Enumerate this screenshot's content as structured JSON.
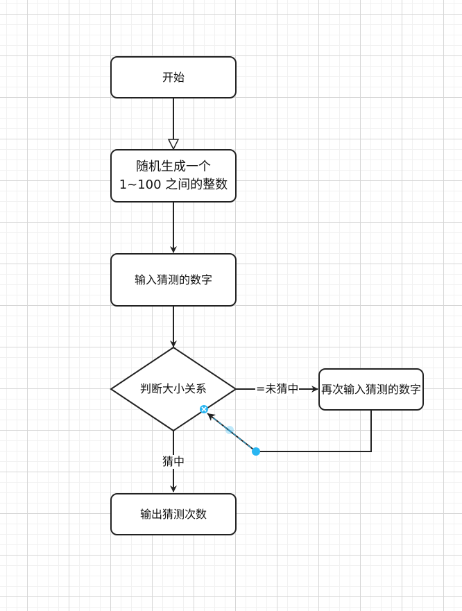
{
  "diagram": {
    "nodes": {
      "start": "开始",
      "generate_line1": "随机生成一个",
      "generate_line2": "1~100 之间的整数",
      "input": "输入猜测的数字",
      "decision": "判断大小关系",
      "reinput": "再次输入猜测的数字",
      "output": "输出猜测次数"
    },
    "edge_labels": {
      "not_guessed": "=未猜中",
      "guessed": "猜中"
    },
    "colors": {
      "stroke": "#222222",
      "selection": "#29b6f2"
    }
  }
}
